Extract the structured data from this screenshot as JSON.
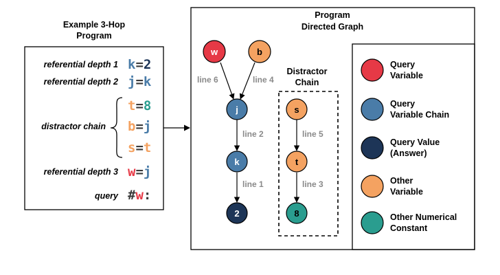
{
  "colors": {
    "query_variable": "#e63946",
    "query_chain": "#4a7ca8",
    "query_value": "#1d3557",
    "other_variable": "#f4a261",
    "numeric_constant": "#2a9d8f",
    "dark_text": "#3a3a3a",
    "edge_label": "#8a8a8a"
  },
  "left_panel": {
    "title_line1": "Example 3-Hop",
    "title_line2": "Program",
    "rows": [
      {
        "label": "referential depth 1",
        "lhs": "k",
        "op": "=",
        "rhs": "2"
      },
      {
        "label": "referential depth 2",
        "lhs": "j",
        "op": "=",
        "rhs": "k"
      },
      {
        "label": "",
        "lhs": "t",
        "op": "=",
        "rhs": "8"
      },
      {
        "label": "",
        "lhs": "b",
        "op": "=",
        "rhs": "j"
      },
      {
        "label": "",
        "lhs": "s",
        "op": "=",
        "rhs": "t"
      },
      {
        "label": "referential depth 3",
        "lhs": "w",
        "op": "=",
        "rhs": "j"
      },
      {
        "label": "query",
        "lhs": "#",
        "op": "w",
        "rhs": ":"
      }
    ],
    "brace_label": "distractor chain"
  },
  "graph": {
    "title_line1": "Program",
    "title_line2": "Directed Graph",
    "distractor_title_line1": "Distractor",
    "distractor_title_line2": "Chain",
    "nodes": {
      "w": "w",
      "b": "b",
      "j": "j",
      "k": "k",
      "n2": "2",
      "s": "s",
      "t": "t",
      "n8": "8"
    },
    "edge_labels": {
      "w_j": "line 6",
      "b_j": "line 4",
      "j_k": "line 2",
      "k_2": "line 1",
      "s_t": "line 5",
      "t_8": "line 3"
    }
  },
  "legend": [
    {
      "line1": "Query",
      "line2": "Variable",
      "color_key": "query_variable"
    },
    {
      "line1": "Query",
      "line2": "Variable Chain",
      "color_key": "query_chain"
    },
    {
      "line1": "Query Value",
      "line2": "(Answer)",
      "color_key": "query_value"
    },
    {
      "line1": "Other",
      "line2": "Variable",
      "color_key": "other_variable"
    },
    {
      "line1": "Other Numerical",
      "line2": "Constant",
      "color_key": "numeric_constant"
    }
  ]
}
